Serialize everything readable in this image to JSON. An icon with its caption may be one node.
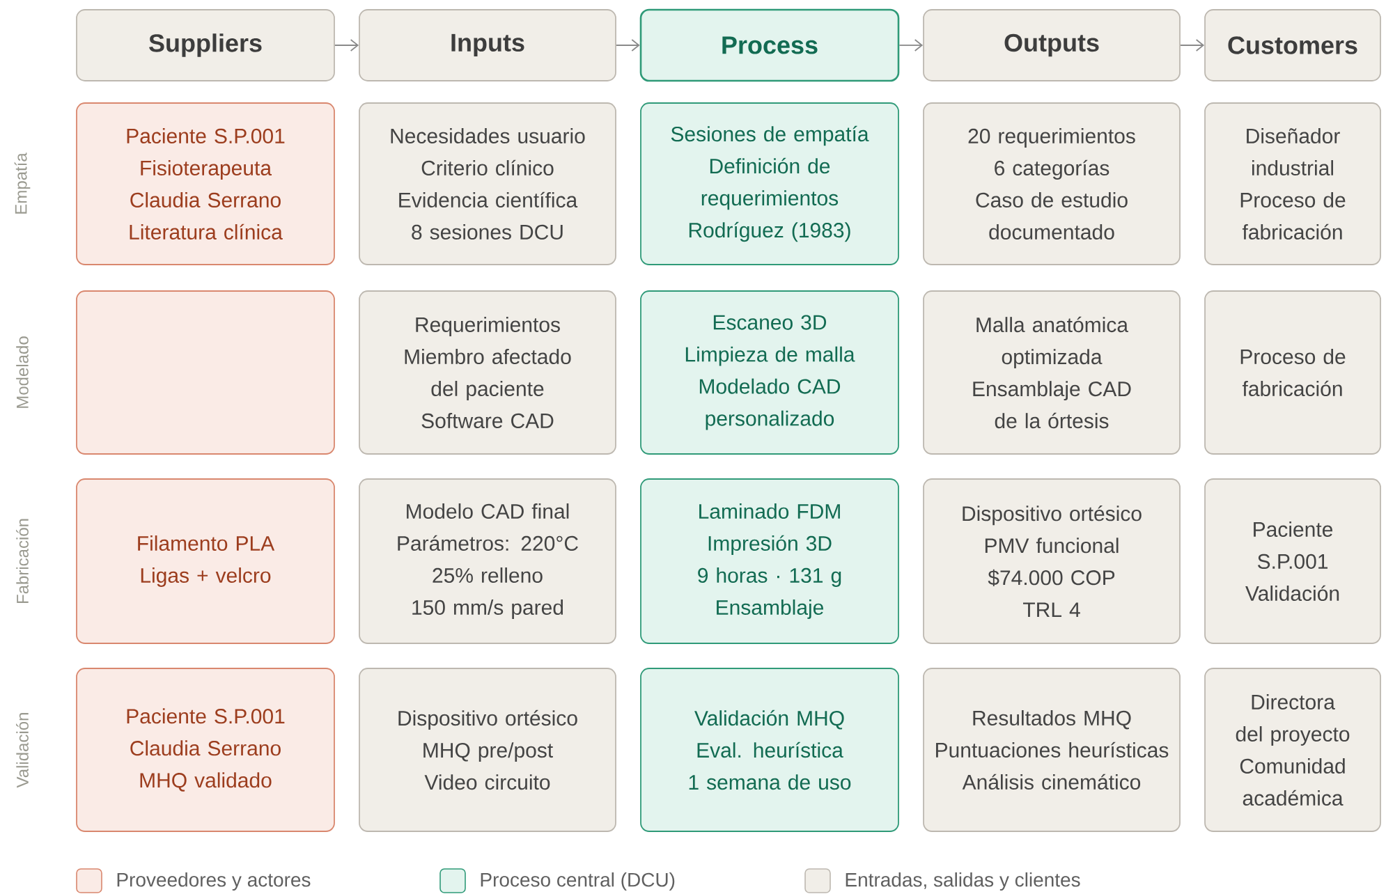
{
  "diagram": {
    "nodes": [
      {
        "text": [
          "Suppliers"
        ]
      },
      {
        "text": [
          "Inputs"
        ]
      },
      {
        "text": [
          "Process"
        ]
      },
      {
        "text": [
          "Outputs"
        ]
      },
      {
        "text": [
          "Customers"
        ]
      },
      {
        "text": [
          "Paciente S.P.001",
          "Fisioterapeuta",
          "Claudia Serrano",
          "Literatura clínica"
        ]
      },
      {
        "text": [
          "Necesidades usuario",
          "Criterio clínico",
          "Evidencia científica",
          "8 sesiones DCU"
        ]
      },
      {
        "text": [
          "Sesiones de empatía",
          "Definición de requerimientos",
          "Rodríguez (1983)"
        ]
      },
      {
        "text": [
          "20 requerimientos",
          "6 categorías",
          "Caso de estudio documentado"
        ]
      },
      {
        "text": [
          "Diseñador industrial",
          "Proceso de fabricación"
        ]
      },
      {
        "text": [],
        "shape": "box"
      },
      {
        "text": [
          "Requerimientos",
          "Miembro afectado del paciente",
          "Software CAD"
        ]
      },
      {
        "text": [
          "Escaneo 3D",
          "Limpieza de malla",
          "Modelado CAD personalizado"
        ]
      },
      {
        "text": [
          "Malla anatómica optimizada",
          "Ensamblaje CAD de la órtesis"
        ]
      },
      {
        "text": [
          "Proceso de fabricación"
        ]
      },
      {
        "text": [
          "Filamento PLA",
          "Ligas + velcro"
        ]
      },
      {
        "text": [
          "Modelo CAD final",
          "Parámetros: 220°C",
          "25% relleno",
          "150 mm/s pared"
        ]
      },
      {
        "text": [
          "Laminado FDM",
          "Impresión 3D",
          "9 horas · 131 g",
          "Ensamblaje"
        ]
      },
      {
        "text": [
          "Dispositivo ortésico",
          "PMV funcional",
          "$74.000 COP",
          "TRL 4"
        ]
      },
      {
        "text": [
          "Paciente S.P.001",
          "Validación"
        ]
      },
      {
        "text": [
          "Paciente S.P.001",
          "Claudia Serrano",
          "MHQ validado"
        ]
      },
      {
        "text": [
          "Dispositivo ortésico",
          "MHQ pre/post",
          "Video circuito"
        ]
      },
      {
        "text": [
          "Validación MHQ",
          "Eval. heurística",
          "1 semana de uso"
        ]
      },
      {
        "text": [
          "Resultados MHQ",
          "Puntuaciones heurísticas",
          "Análisis cinemático"
        ]
      },
      {
        "text": [
          "Directora del proyecto",
          "Comunidad académica"
        ]
      }
    ],
    "edges": [
      {
        "from": 0,
        "to": 1,
        "arrow": "to"
      },
      {
        "from": 1,
        "to": 2,
        "arrow": "to"
      },
      {
        "from": 2,
        "to": 3,
        "arrow": "to"
      },
      {
        "from": 3,
        "to": 4,
        "arrow": "to"
      }
    ],
    "labels": [
      "Empatía",
      "Modelado",
      "Fabricación",
      "Validación"
    ],
    "legend": [
      {
        "text": "Proveedores y actores",
        "color": "#faebe6"
      },
      {
        "text": "Proceso central (DCU)",
        "color": "#e3f4ee"
      },
      {
        "text": "Entradas, salidas y clientes",
        "color": "#f1eee8"
      }
    ]
  }
}
